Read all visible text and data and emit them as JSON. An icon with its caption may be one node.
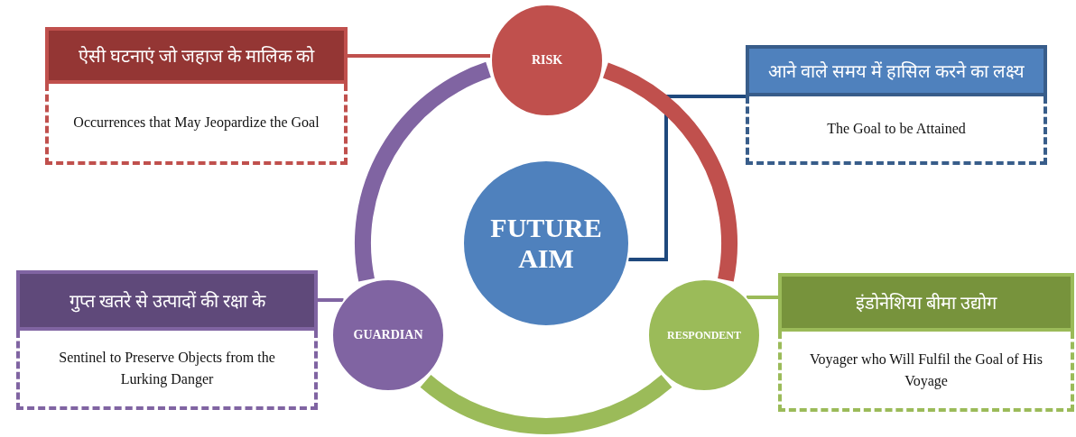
{
  "diagram": {
    "nodes": [
      {
        "text": [
          "ऐसी घटनाएं जो जहाज के मालिक को",
          "Occurrences that May Jeopardize the Goal"
        ]
      },
      {
        "text": [
          "RISK"
        ]
      },
      {
        "text": [
          "आने वाले समय में हासिल करने का लक्ष्य",
          "The Goal to be Attained"
        ]
      },
      {
        "text": [
          "FUTURE AIM"
        ]
      },
      {
        "text": [
          "गुप्त खतरे से उत्पादों की रक्षा के",
          "Sentinel to Preserve Objects from the Lurking Danger"
        ]
      },
      {
        "text": [
          "GUARDIAN"
        ]
      },
      {
        "text": [
          "RESPONDENT"
        ]
      },
      {
        "text": [
          "इंडोनेशिया बीमा उद्योग",
          "Voyager who Will Fulfil the Goal of His Voyage"
        ]
      }
    ],
    "edges": [
      {
        "from": 1,
        "to": 0,
        "arrow": "none",
        "color": "#c0504d"
      },
      {
        "from": 3,
        "to": 2,
        "arrow": "none",
        "color": "#1f497d"
      },
      {
        "from": 5,
        "to": 4,
        "arrow": "none",
        "color": "#8064a2"
      },
      {
        "from": 6,
        "to": 7,
        "arrow": "none",
        "color": "#9bbb59"
      },
      {
        "from": 1,
        "to": 6,
        "arrow": "none",
        "style": "thick",
        "color": "#c0504d"
      },
      {
        "from": 6,
        "to": 5,
        "arrow": "none",
        "style": "thick",
        "color": "#9bbb59"
      },
      {
        "from": 5,
        "to": 1,
        "arrow": "none",
        "style": "thick",
        "color": "#8064a2"
      }
    ]
  }
}
